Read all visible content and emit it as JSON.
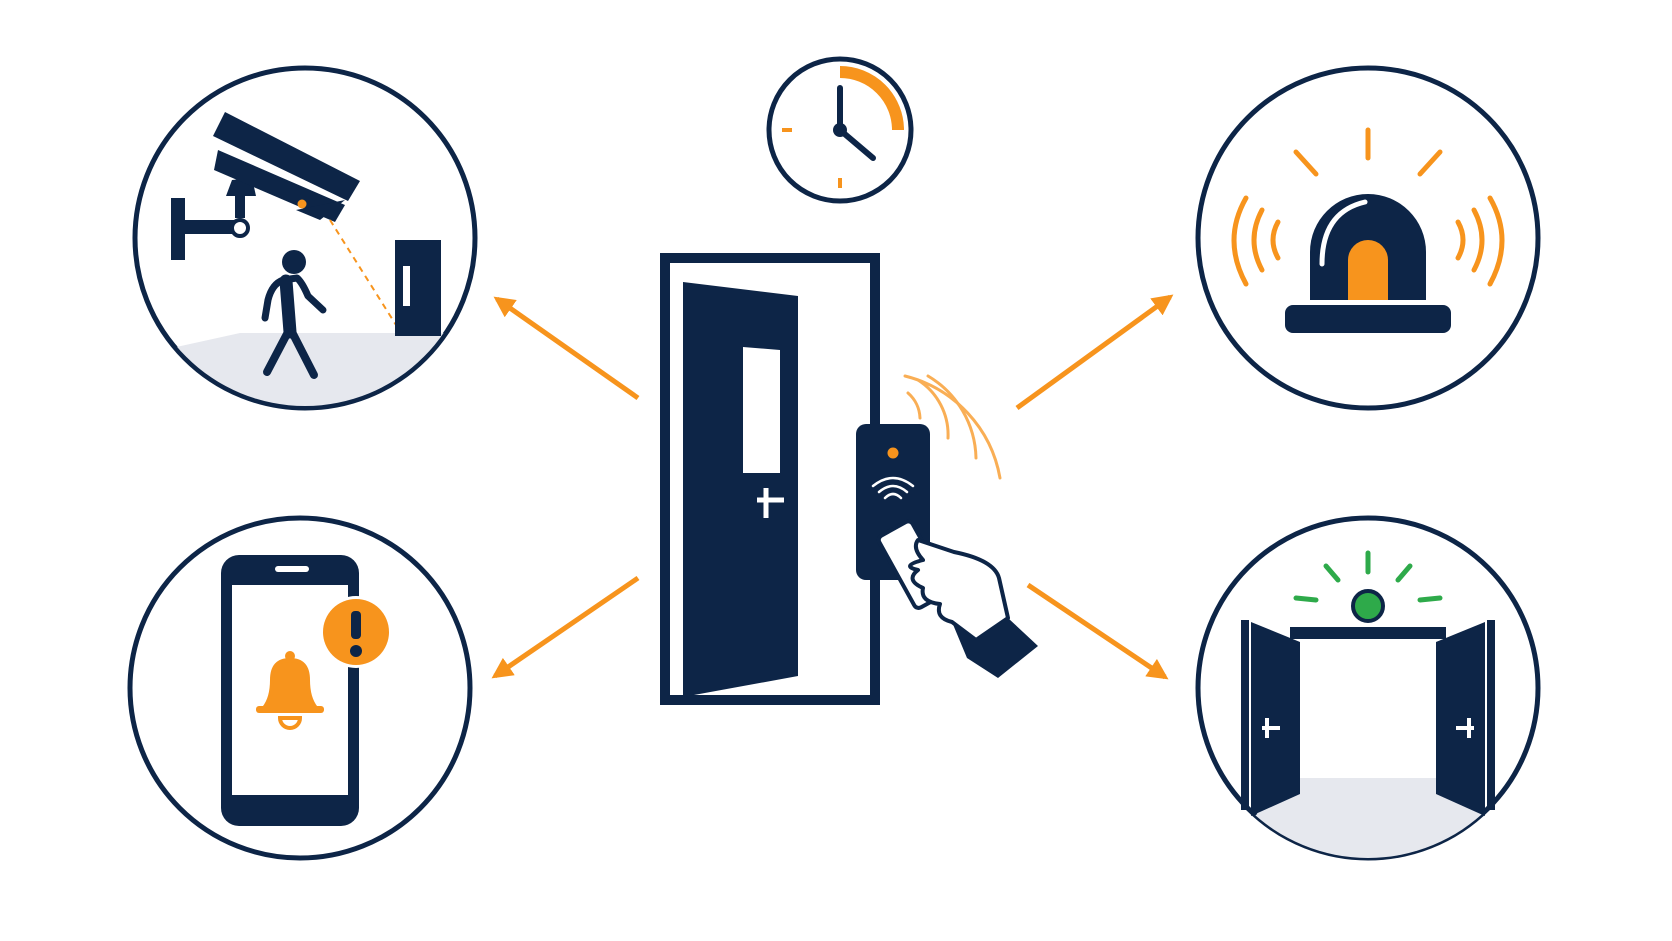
{
  "diagram": {
    "center_node": "card-reader-door",
    "nodes": [
      {
        "id": "surveillance",
        "icon": "security-camera-icon"
      },
      {
        "id": "mobile-alert",
        "icon": "smartphone-alert-icon"
      },
      {
        "id": "alarm",
        "icon": "alarm-beacon-icon"
      },
      {
        "id": "auto-door",
        "icon": "automatic-door-icon"
      },
      {
        "id": "schedule",
        "icon": "clock-icon"
      }
    ],
    "edges": [
      {
        "from": "card-reader-door",
        "to": "surveillance"
      },
      {
        "from": "card-reader-door",
        "to": "mobile-alert"
      },
      {
        "from": "card-reader-door",
        "to": "alarm"
      },
      {
        "from": "card-reader-door",
        "to": "auto-door"
      }
    ]
  },
  "colors": {
    "navy": "#0d2547",
    "orange": "#f7941d",
    "green": "#2eaa4a",
    "floor": "#e6e8ee",
    "background": "#ffffff"
  }
}
